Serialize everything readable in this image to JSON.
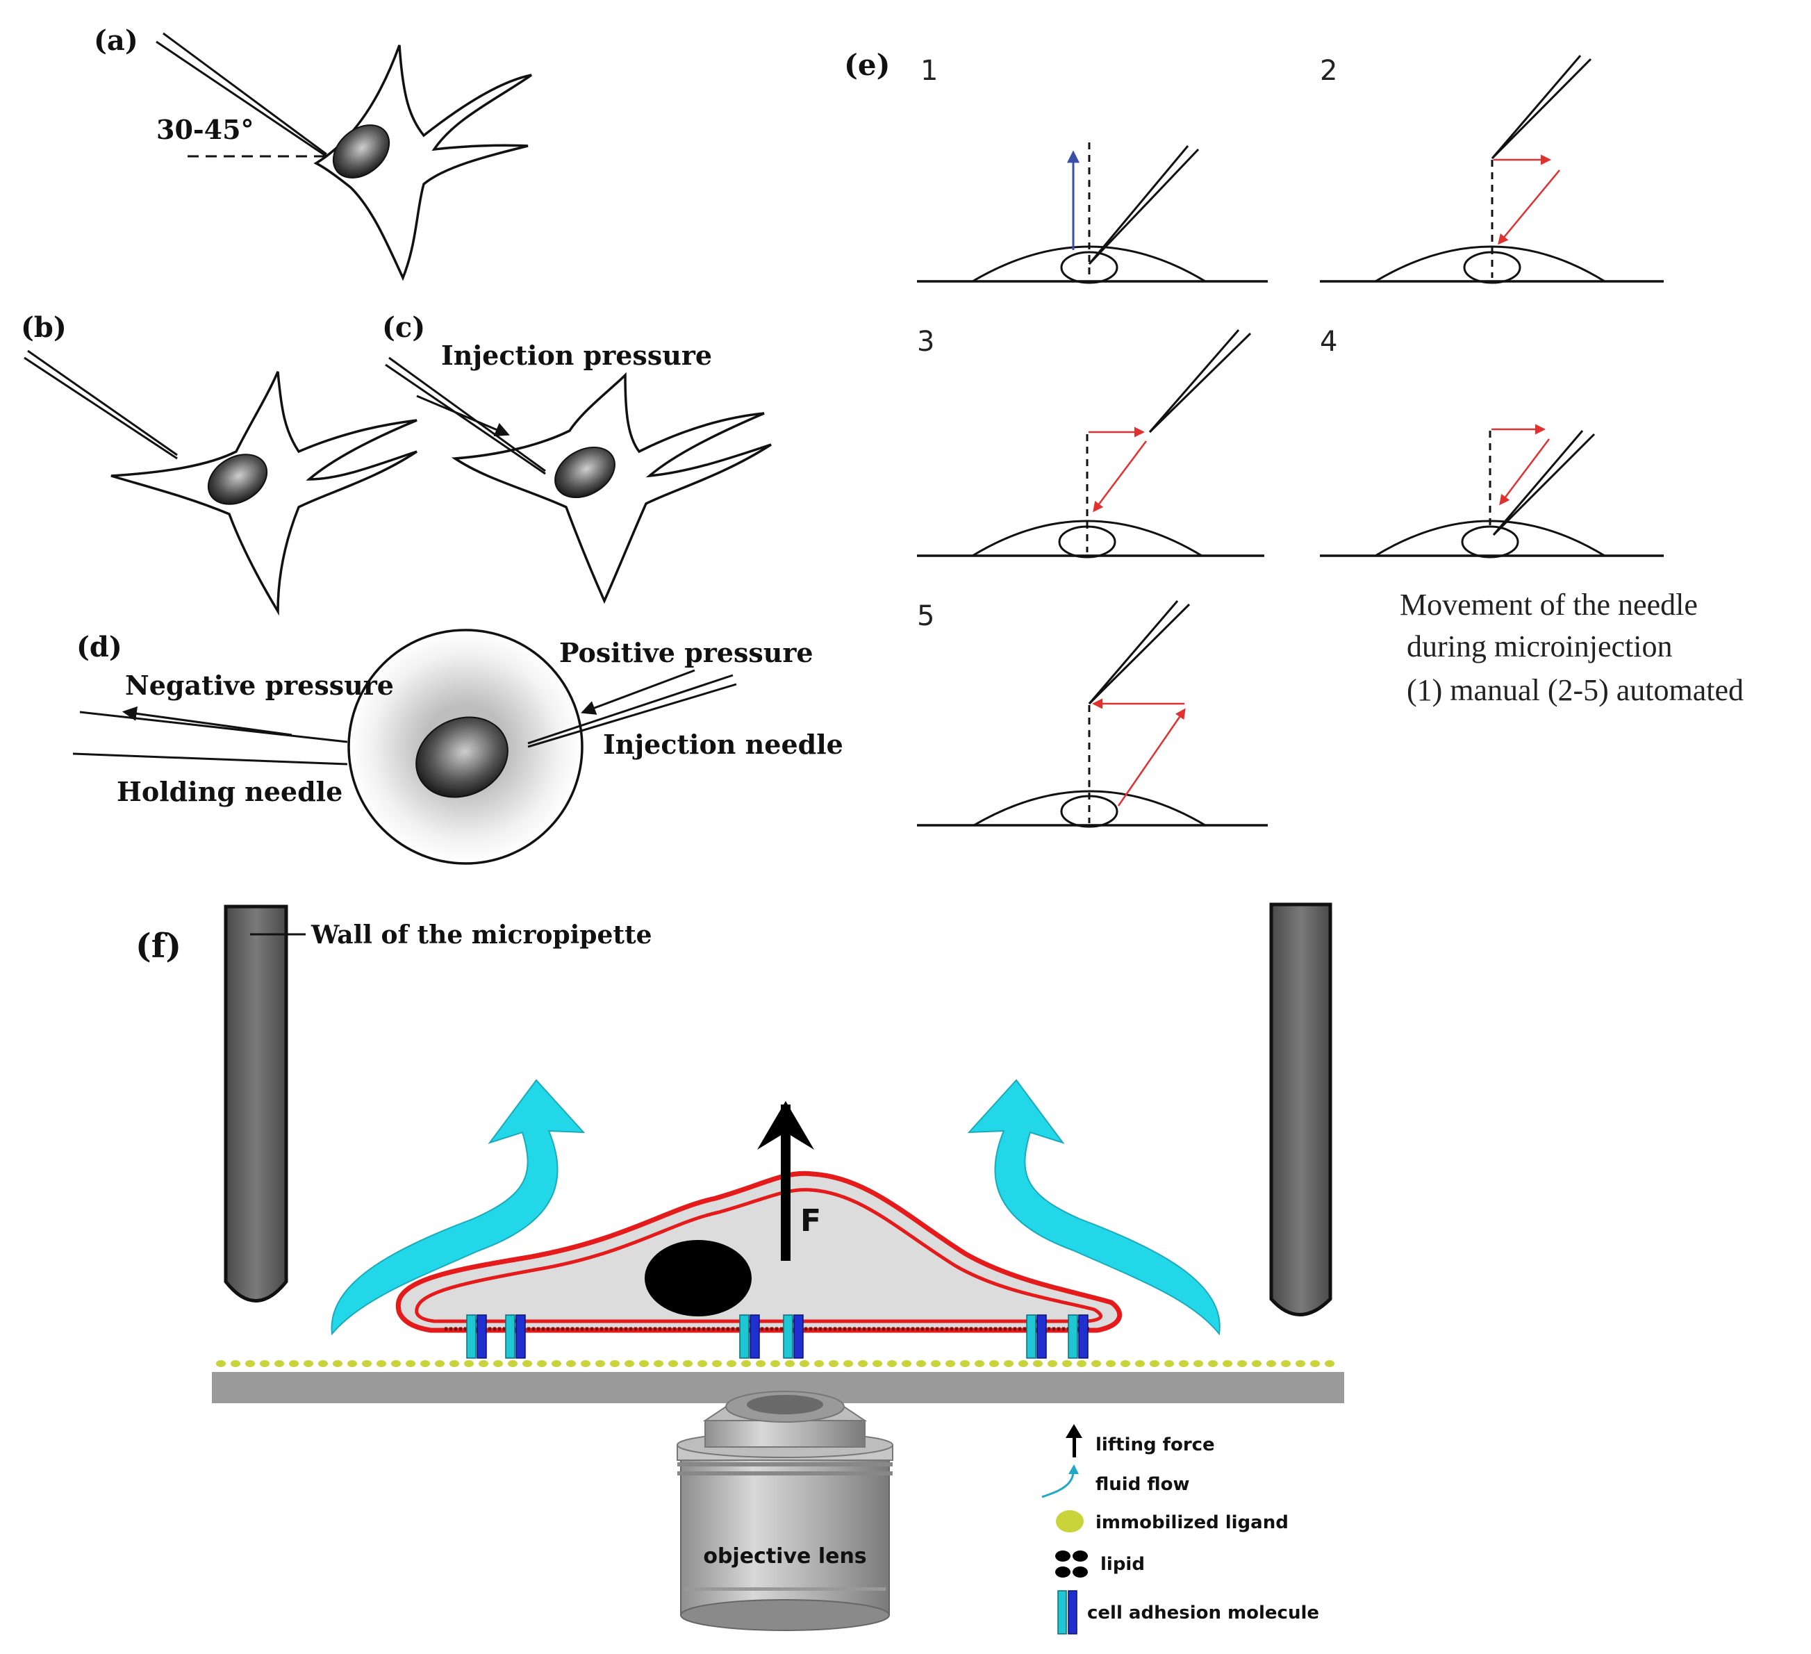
{
  "panels": {
    "a": {
      "label": "(a)",
      "angle": "30-45°"
    },
    "b": {
      "label": "(b)"
    },
    "c": {
      "label": "(c)",
      "injection_pressure": "Injection pressure"
    },
    "d": {
      "label": "(d)",
      "negative_pressure": "Negative pressure",
      "positive_pressure": "Positive pressure",
      "injection_needle": "Injection needle",
      "holding_needle": "Holding needle"
    },
    "e": {
      "label": "(e)",
      "steps": [
        "1",
        "2",
        "3",
        "4",
        "5"
      ],
      "caption": [
        "Movement of the needle",
        "during microinjection",
        "(1) manual (2-5) automated"
      ]
    },
    "f": {
      "label": "(f)",
      "wall_label": "Wall of the micropipette",
      "force_label": "F",
      "lens_label": "objective lens",
      "legend": [
        {
          "key": "lifting_force",
          "label": "lifting force"
        },
        {
          "key": "fluid_flow",
          "label": "fluid flow"
        },
        {
          "key": "immobilized_ligand",
          "label": "immobilized ligand"
        },
        {
          "key": "lipid",
          "label": "lipid"
        },
        {
          "key": "cell_adhesion_molecule",
          "label": "cell adhesion molecule"
        }
      ]
    }
  },
  "colors": {
    "flow": "#22d8e8",
    "membrane": "#e51b1b",
    "ligand": "#c8d43a",
    "needle_arrow": "#e03030",
    "up_arrow": "#3a4fa8",
    "adhesion_a": "#1fc7d4",
    "adhesion_b": "#1f2fd0"
  }
}
